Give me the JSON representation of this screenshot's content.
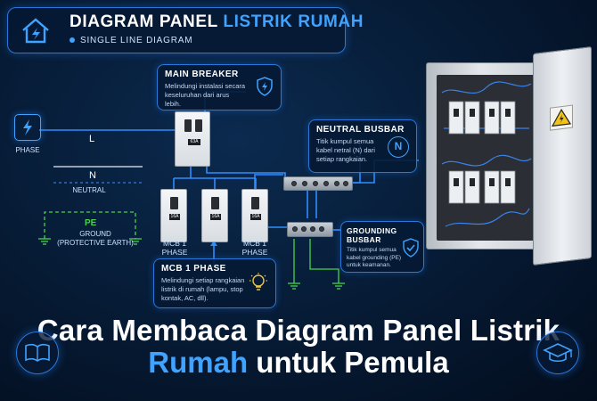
{
  "header": {
    "title_part1": "DIAGRAM PANEL",
    "title_part2": "LISTRIK RUMAH",
    "subtitle": "SINGLE LINE DIAGRAM",
    "icon": "house-lightning-icon"
  },
  "phase": {
    "label": "PHASE",
    "icon": "lightning-icon"
  },
  "lines": {
    "l": "L",
    "n": "N",
    "neutral": "NEUTRAL"
  },
  "pe": {
    "label": "PE",
    "desc": "GROUND\n(PROTECTIVE EARTH)"
  },
  "main_breaker": {
    "title": "MAIN BREAKER",
    "desc": "Melindungi instalasi secara keseluruhan dari arus lebih.",
    "rating": "63A",
    "icon": "shield-lightning-icon"
  },
  "neutral_busbar": {
    "title": "NEUTRAL BUSBAR",
    "desc": "Titik kumpul semua kabel netral (N) dari setiap rangkaian.",
    "icon_letter": "N"
  },
  "grounding_busbar": {
    "title": "GROUNDING BUSBAR",
    "desc": "Titik kumpul semua kabel grounding (PE) untuk keamanan.",
    "icon": "shield-check-icon"
  },
  "mcbs": [
    {
      "rating": "16A",
      "label": "MCB 1\nPHASE"
    },
    {
      "rating": "16A",
      "label": ""
    },
    {
      "rating": "16A",
      "label": "MCB 1\nPHASE"
    }
  ],
  "mcb_info": {
    "title": "MCB 1 PHASE",
    "desc": "Melindungi setiap rangkaian listrik di rumah (lampu, stop kontak, AC, dll).",
    "icon": "lightbulb-icon"
  },
  "bottom_title": {
    "line1": "Cara Membaca Diagram Panel Listrik",
    "line2_highlight": "Rumah",
    "line2_rest": " untuk Pemula"
  },
  "colors": {
    "accent": "#3fa3ff",
    "line": "#2f8cff",
    "ground": "#49d24b",
    "background": "#061a33"
  },
  "icons": {
    "left": "book-icon",
    "right": "graduation-cap-icon",
    "cabinet_warning": "high-voltage-warning-icon"
  }
}
